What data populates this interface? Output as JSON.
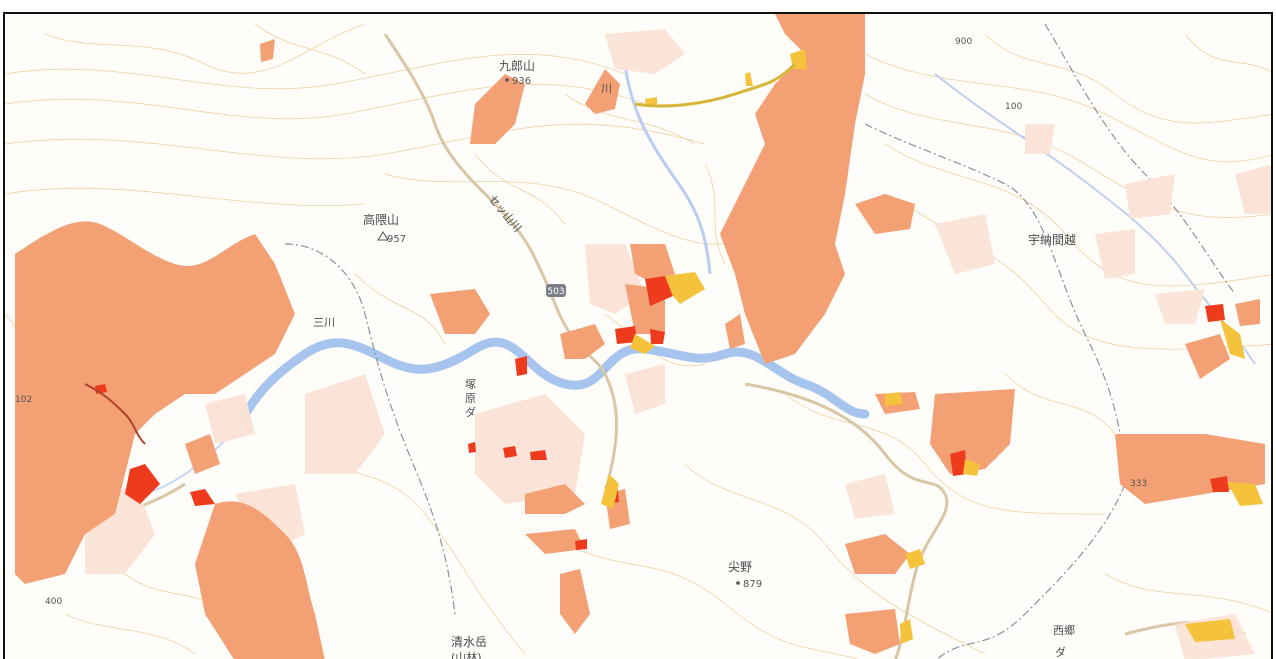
{
  "map": {
    "colors": {
      "background": "#fffdf9",
      "contour": "#e9c78c",
      "hazard_zone": "#f2a074",
      "hazard_zone_light": "#fbe3d6",
      "hazard_high": "#ee3b1e",
      "hazard_mid": "#f5c33b",
      "river": "#a7c4ef",
      "road": "#d8c7a6",
      "boundary": "#7d8793"
    },
    "labels": {
      "kuroyama": "九郎山",
      "kuroyama_elev": "936",
      "takakuma": "高隈山",
      "takakuma_elev": "957",
      "sessan_river": "セッ山川",
      "route": "503",
      "river_left": "三川",
      "dam_1": "塚",
      "dam_2": "原",
      "dam_3": "ダ",
      "river_top": "川",
      "unama_pass": "宇納間越",
      "tono": "尖野",
      "tono_elev": "879",
      "kiyomizu": "清水岳",
      "kiyomizu_sub": "(山林)",
      "nishigo_1": "西郷",
      "nishigo_2": "ダ",
      "elev_102": "102",
      "elev_333": "333",
      "contour_100": "100",
      "contour_400": "400",
      "contour_900": "900"
    }
  }
}
